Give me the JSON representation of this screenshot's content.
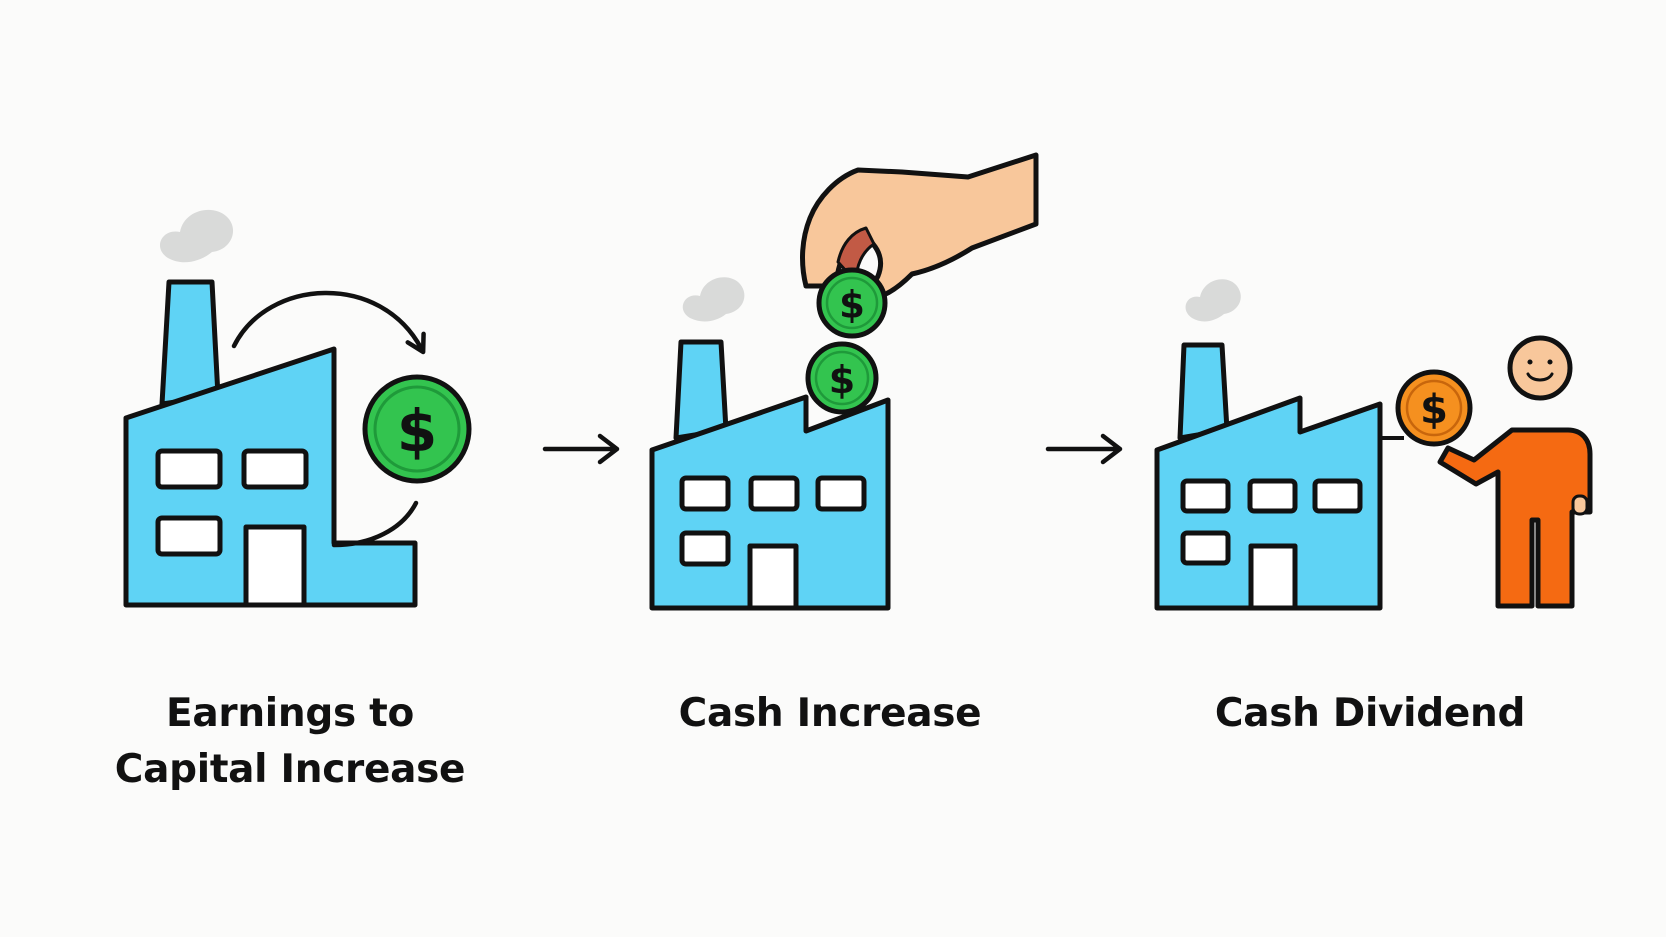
{
  "colors": {
    "background": "#fbfbfa",
    "outline": "#111111",
    "factory": "#5fd3f5",
    "window": "#ffffff",
    "smoke": "#d9dad9",
    "coin_green": "#33c44f",
    "coin_green_rim": "#1f9a3a",
    "coin_orange": "#f5901f",
    "person": "#f56a12",
    "skin": "#f8c79b",
    "skin_finger": "#c25a45"
  },
  "icons": [
    "factory-icon",
    "dollar-coin-icon",
    "curved-arrow-icon",
    "hand-icon",
    "person-icon",
    "smoke-icon",
    "arrow-right-icon"
  ],
  "coin_symbol": "$",
  "stages": [
    {
      "label_lines": [
        "Earnings to",
        "Capital Increase"
      ]
    },
    {
      "label_lines": [
        "Cash Increase"
      ]
    },
    {
      "label_lines": [
        "Cash Dividend"
      ]
    }
  ]
}
